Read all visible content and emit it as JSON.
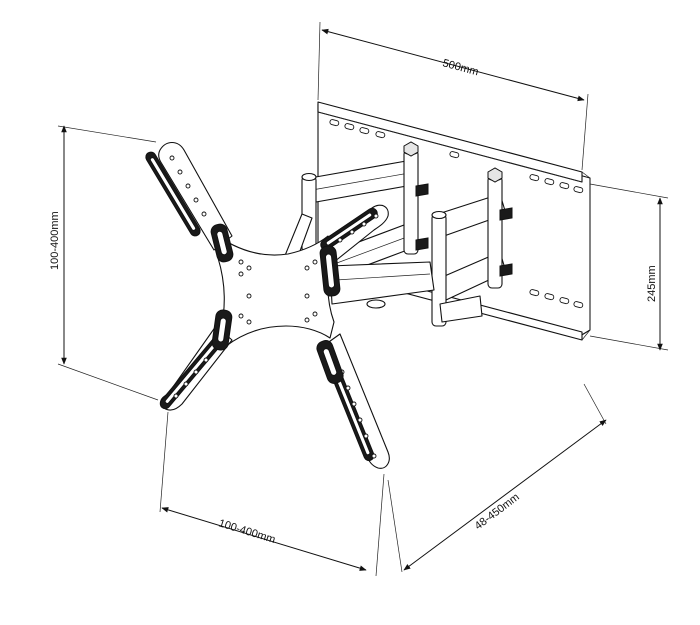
{
  "dimensions": {
    "wall_plate_width": "500mm",
    "wall_plate_height": "245mm",
    "vesa_vertical": "100-400mm",
    "vesa_horizontal": "100-400mm",
    "extension": "48-450mm"
  },
  "colors": {
    "line": "#111111",
    "background": "#ffffff",
    "shade": "#e6e6e6"
  }
}
